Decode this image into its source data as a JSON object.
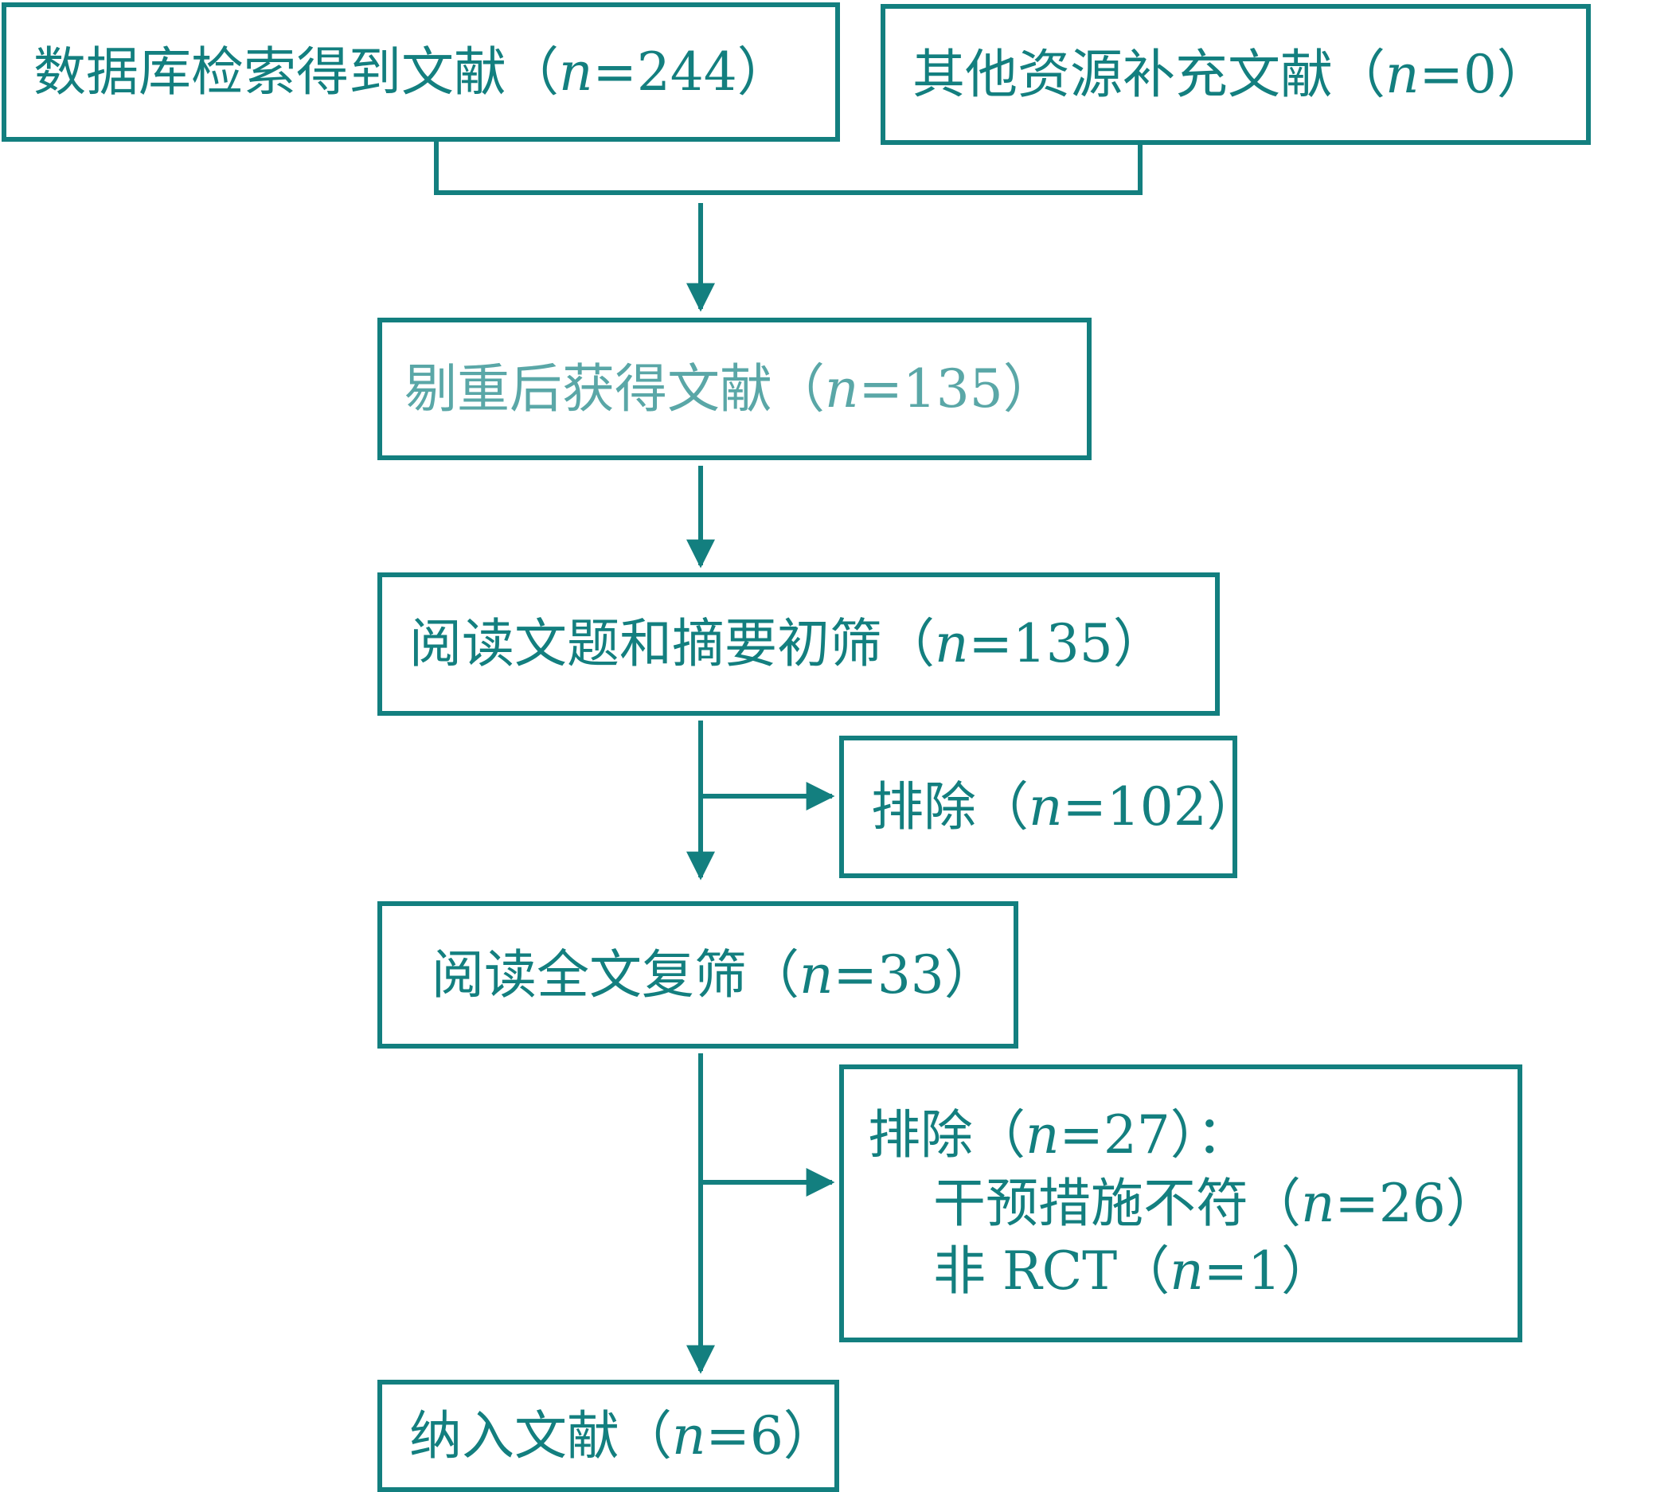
{
  "diagram": {
    "colors": {
      "stroke": "#137f7f",
      "text": "#137f7f",
      "light_text": "#5aa7a7",
      "background": "#ffffff"
    },
    "boxes": {
      "database": {
        "label": "数据库检索得到文献（",
        "n_symbol": "n",
        "value": "=244）"
      },
      "other": {
        "label": "其他资源补充文献（",
        "n_symbol": "n",
        "value": "=0）"
      },
      "dedup": {
        "label": "剔重后获得文献（",
        "n_symbol": "n",
        "value": "=135）"
      },
      "title_abstract": {
        "label": "阅读文题和摘要初筛（",
        "n_symbol": "n",
        "value": "=135）"
      },
      "exclude_first": {
        "label": "排除（",
        "n_symbol": "n",
        "value": "=102）"
      },
      "full_text": {
        "label": "阅读全文复筛（",
        "n_symbol": "n",
        "value": "=33）"
      },
      "exclude_second": {
        "header_label": "排除（",
        "header_n_symbol": "n",
        "header_value": "=27）：",
        "reason_1_label": "干预措施不符（",
        "reason_1_n_symbol": "n",
        "reason_1_value": "=26）",
        "reason_2_label": "非 RCT（",
        "reason_2_n_symbol": "n",
        "reason_2_value": "=1）"
      },
      "included": {
        "label": "纳入文献（",
        "n_symbol": "n",
        "value": "=6）"
      }
    }
  }
}
